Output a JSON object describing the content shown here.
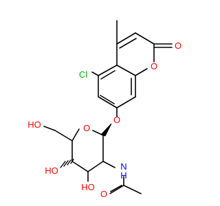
{
  "molecule": {
    "atom_labels": {
      "carbonyl_o": "O",
      "ring_o": "O",
      "aryl_ether_o": "O",
      "sugar_ring_o": "O",
      "chloro": "Cl",
      "ho_ch2": "HO",
      "oh_c4": "HO",
      "oh_c3": "HO",
      "nh": "N",
      "nh_h": "H",
      "acetyl_o": "O"
    },
    "colors": {
      "bond": "#000000",
      "oxygen": "#ff0000",
      "chlorine": "#00b000",
      "nitrogen": "#0000ff"
    }
  }
}
